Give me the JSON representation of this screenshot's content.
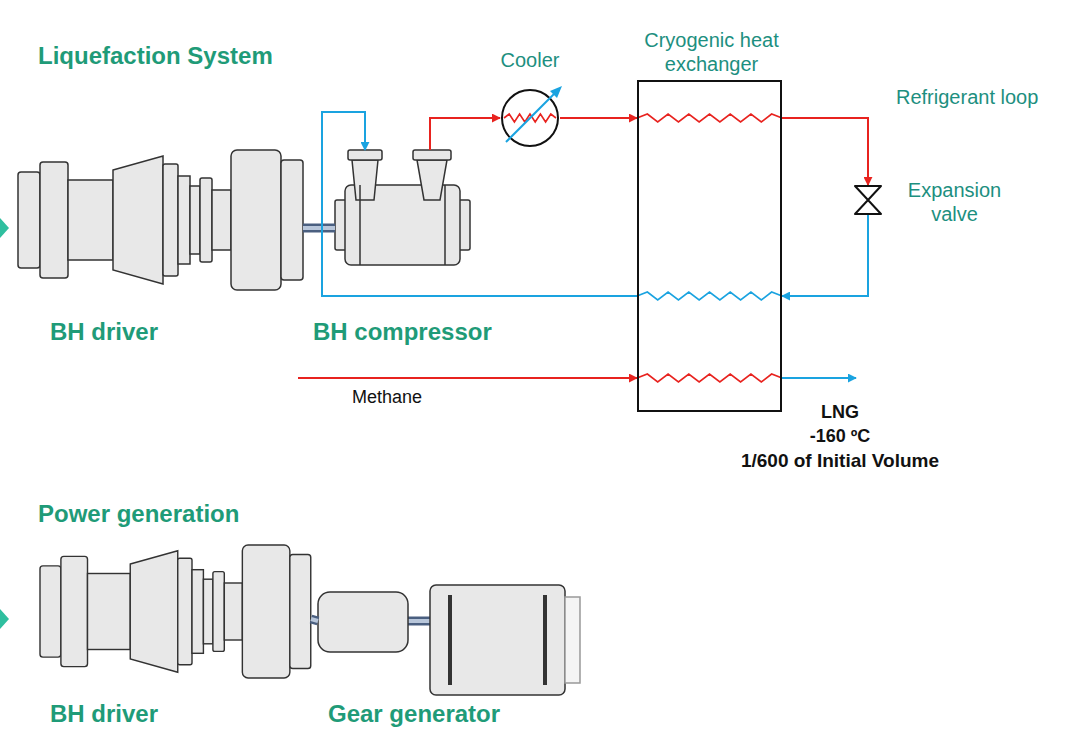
{
  "diagram": {
    "nodes": [
      {
        "text": [
          "BH driver"
        ]
      },
      {
        "text": [
          "BH compressor"
        ]
      },
      {
        "text": [
          "Cooler"
        ]
      },
      {
        "text": [
          "Cryogenic heat exchanger"
        ]
      },
      {
        "text": [
          "Expansion valve"
        ]
      },
      {
        "text": [
          "BH driver"
        ]
      },
      {
        "text": [
          "Gear generator"
        ]
      }
    ],
    "edges": [
      {
        "from": 0,
        "to": 1,
        "arrow": "none"
      },
      {
        "from": 1,
        "to": 2,
        "arrow": "to"
      },
      {
        "from": 2,
        "to": 3,
        "arrow": "to"
      },
      {
        "from": 3,
        "to": 4,
        "arrow": "to"
      },
      {
        "from": 4,
        "to": 3,
        "arrow": "to"
      },
      {
        "from": 3,
        "to": 1,
        "arrow": "to"
      },
      {
        "from": 5,
        "to": 6,
        "arrow": "none"
      }
    ],
    "labels": [
      "Liquefaction System",
      "Power generation",
      "Refrigerant loop",
      "Methane",
      "LNG",
      "-160 ºC",
      "1/600 of Initial Volume"
    ]
  }
}
